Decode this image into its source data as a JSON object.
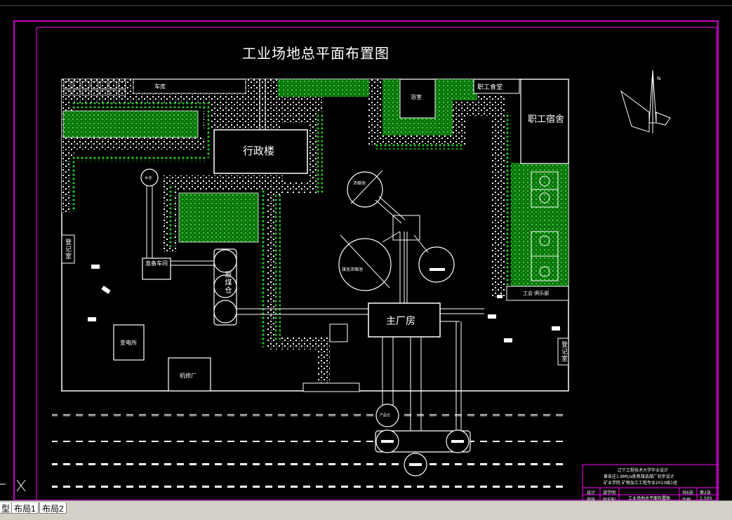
{
  "title": "工业场地总平面布置图",
  "buildings": {
    "garage": "车库",
    "admin": "行政楼",
    "bath": "浴室",
    "canteen": "职工食堂",
    "dorm": "职工宿舍",
    "gate_left": "登记室",
    "prep_workshop": "准备车间",
    "raw_coal_bin": "原煤仓",
    "main_plant": "主厂房",
    "substation": "变电所",
    "repair_plant": "机修厂",
    "gate_right": "登记室",
    "union": "工会  俱乐部",
    "thickener_small": "浓缩池",
    "thickener_big": "煤泥浓缩池",
    "small_round": "水池",
    "product_bin": "产品仓"
  },
  "title_block": {
    "line1": "辽宁工程技术大学毕业设计",
    "line2": "黄各庄1.8Mt/a炼焦煤选煤厂初步设计",
    "line3": "矿业学院  矿物加工工程专业2010级1班",
    "design_label": "设计",
    "design_name": "梁学明",
    "check_label": "指导",
    "check_name": "赵宏利",
    "drawing_name": "工业场地总平面布置图",
    "sheets": "共6张",
    "sheet_no": "第2张",
    "scale_label": "比例",
    "scale": "1:500"
  },
  "compass": "N",
  "tabs": [
    "型",
    "布局1",
    "布局2"
  ],
  "colors": {
    "background": "#000000",
    "frame": "#ff00ff",
    "lines": "#ffffff",
    "green": "#1fa51f"
  }
}
